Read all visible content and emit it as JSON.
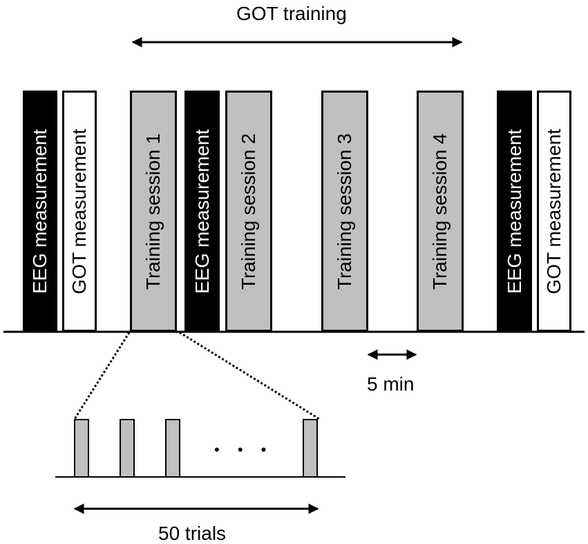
{
  "title": "GOT training",
  "blocks": {
    "eeg_pre": "EEG measurement",
    "got_pre": "GOT measurement",
    "session1": "Training session 1",
    "eeg_mid": "EEG measurement",
    "session2": "Training session 2",
    "session3": "Training session 3",
    "session4": "Training session 4",
    "eeg_post": "EEG measurement",
    "got_post": "GOT measurement"
  },
  "interval_label": "5 min",
  "ellipsis": "• • •",
  "trials_label": "50 trials",
  "colors": {
    "eeg": "#000000",
    "got": "#ffffff",
    "training": "#c0c0c0"
  }
}
